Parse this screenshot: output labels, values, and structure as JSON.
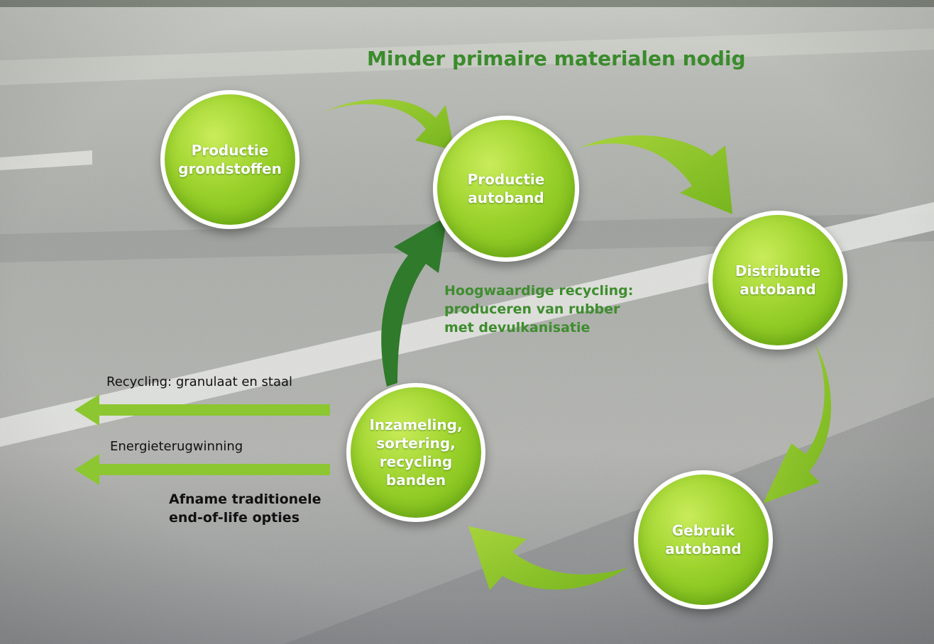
{
  "title": "Minder primaire materialen nodig",
  "nodes": [
    {
      "id": "productie-grondstoffen",
      "label": "Productie\ngrondstoffen"
    },
    {
      "id": "productie-autoband",
      "label": "Productie\nautoband"
    },
    {
      "id": "distributie-autoband",
      "label": "Distributie\nautoband"
    },
    {
      "id": "gebruik-autoband",
      "label": "Gebruik\nautoband"
    },
    {
      "id": "inzameling",
      "label": "Inzameling,\nsortering,\nrecycling\nbanden"
    }
  ],
  "high_value_recycling": "Hoogwaardige recycling:\nproduceren van rubber\nmet devulkanisatie",
  "outputs": {
    "recycling": "Recycling: granulaat en staal",
    "energy": "Energieterugwinning",
    "decline": "Afname traditionele\nend-of-life opties"
  },
  "colors": {
    "title": "#3a8b2c",
    "node": "#9cd22c",
    "arrow_light": "#8cc631",
    "arrow_dark": "#2f7a2b"
  }
}
